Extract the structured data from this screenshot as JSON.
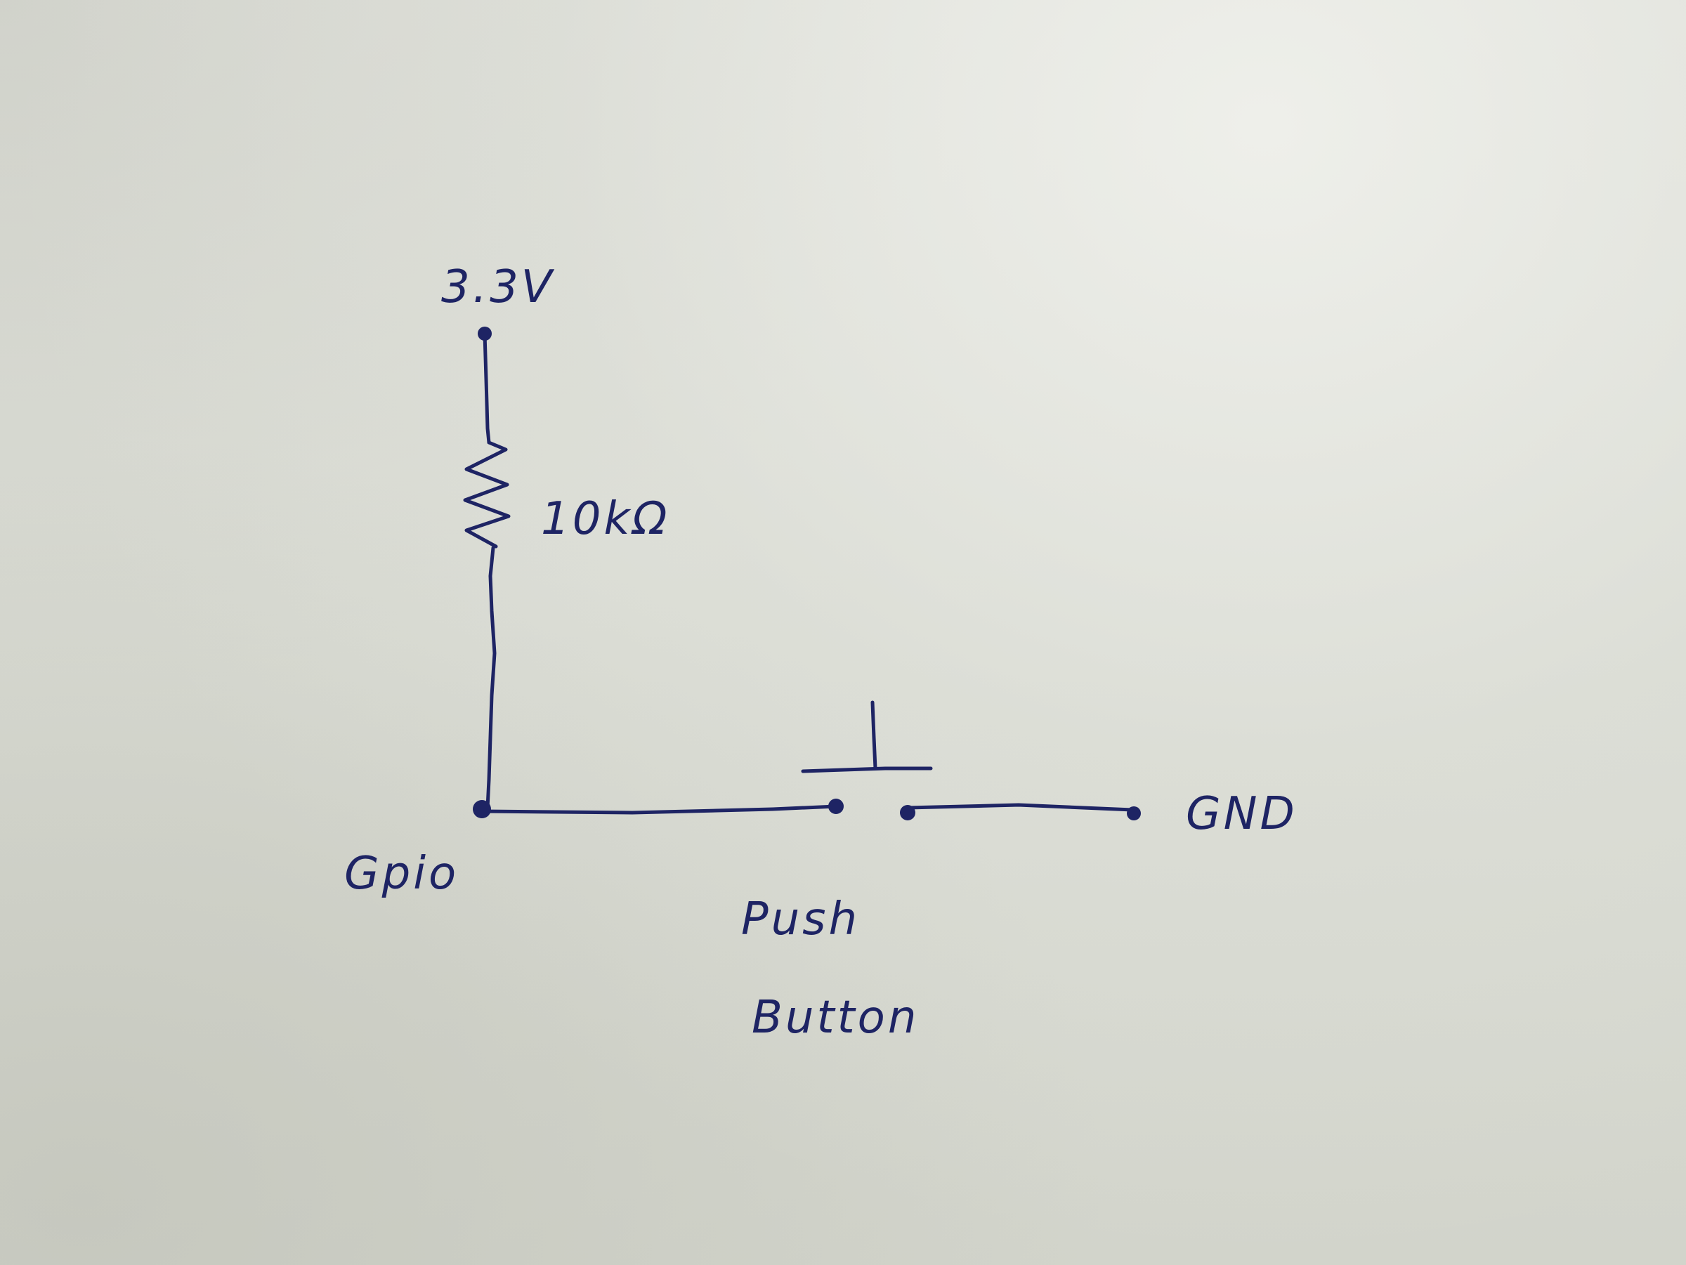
{
  "labels": {
    "supply": "3.3V",
    "resistor": "10kΩ",
    "gpio": "Gpio",
    "button_line1": "Push",
    "button_line2": "Button",
    "ground": "GND"
  },
  "colors": {
    "paper": "#dcddd6",
    "ink": "#1e2464"
  }
}
